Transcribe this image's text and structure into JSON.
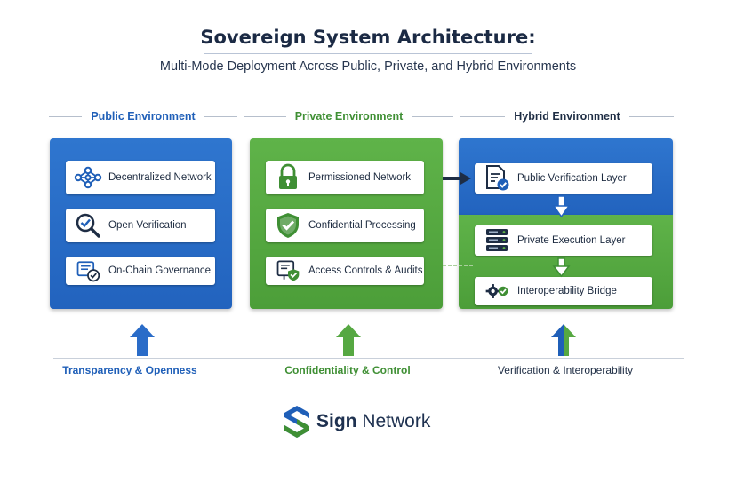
{
  "title": "Sovereign System Architecture:",
  "subtitle": "Multi-Mode Deployment Across Public, Private, and Hybrid Environments",
  "environments": {
    "public": {
      "heading": "Public Environment",
      "cards": [
        "Decentralized Network",
        "Open Verification",
        "On-Chain Governance"
      ],
      "footer": "Transparency & Openness"
    },
    "private": {
      "heading": "Private Environment",
      "cards": [
        "Permissioned Network",
        "Confidential Processing",
        "Access Controls & Audits"
      ],
      "footer": "Confidentiality & Control"
    },
    "hybrid": {
      "heading": "Hybrid Environment",
      "cards": [
        "Public Verification Layer",
        "Private Execution Layer",
        "Interoperability Bridge"
      ],
      "footer": "Verification & Interoperability"
    }
  },
  "brand": {
    "name_bold": "Sign",
    "name_rest": " Network"
  },
  "colors": {
    "public": "#1f5fb8",
    "private": "#3f8f34",
    "hybrid": "#1e2d44",
    "blue_panel": "#2a6cc8",
    "green_panel": "#56a842"
  },
  "icons": {
    "public": [
      "network-nodes-icon",
      "magnifier-check-icon",
      "document-check-icon"
    ],
    "private": [
      "padlock-icon",
      "shield-check-icon",
      "audit-screen-check-icon"
    ],
    "hybrid": [
      "document-verify-icon",
      "server-stack-icon",
      "gears-bridge-icon"
    ]
  }
}
